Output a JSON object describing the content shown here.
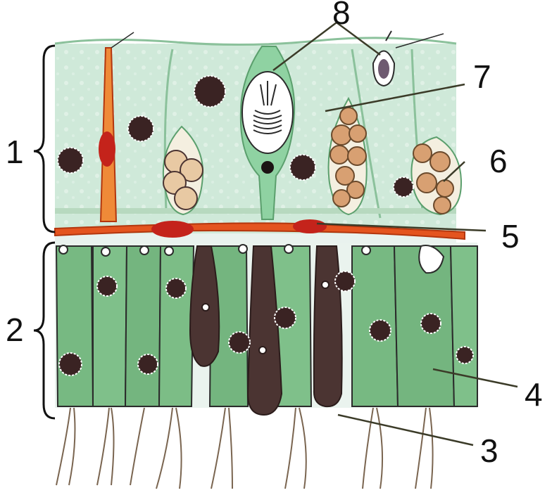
{
  "labels": {
    "l1": "1",
    "l2": "2",
    "l3": "3",
    "l4": "4",
    "l5": "5",
    "l6": "6",
    "l7": "7",
    "l8": "8"
  },
  "colors": {
    "upper_layer": "#cfe9d9",
    "lower_cells": "#77b982",
    "dark_cells": "#4b3432",
    "orange_vessel": "#e4541f",
    "cilia": "#7a6550"
  }
}
